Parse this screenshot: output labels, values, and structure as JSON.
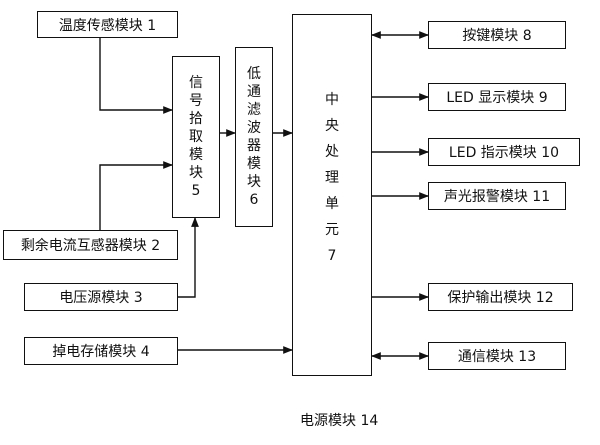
{
  "modules": {
    "temp_sensor": "温度传感模块 1",
    "residual_current": "剩余电流互感器模块 2",
    "voltage_source": "电压源模块 3",
    "power_down_storage": "掉电存储模块 4",
    "signal_pickup": [
      "信",
      "号",
      "拾",
      "取",
      "模",
      "块",
      "5"
    ],
    "low_pass_filter": [
      "低",
      "通",
      "滤",
      "波",
      "器",
      "模",
      "块",
      "6"
    ],
    "cpu": [
      "中",
      "央",
      "处",
      "理",
      "单",
      "元",
      "7"
    ],
    "keypad": "按键模块 8",
    "led_display": "LED 显示模块 9",
    "led_indicator": "LED 指示模块 10",
    "sound_light_alarm": "声光报警模块 11",
    "protection_output": "保护输出模块 12",
    "communication": "通信模块 13",
    "power_supply": "电源模块 14"
  }
}
